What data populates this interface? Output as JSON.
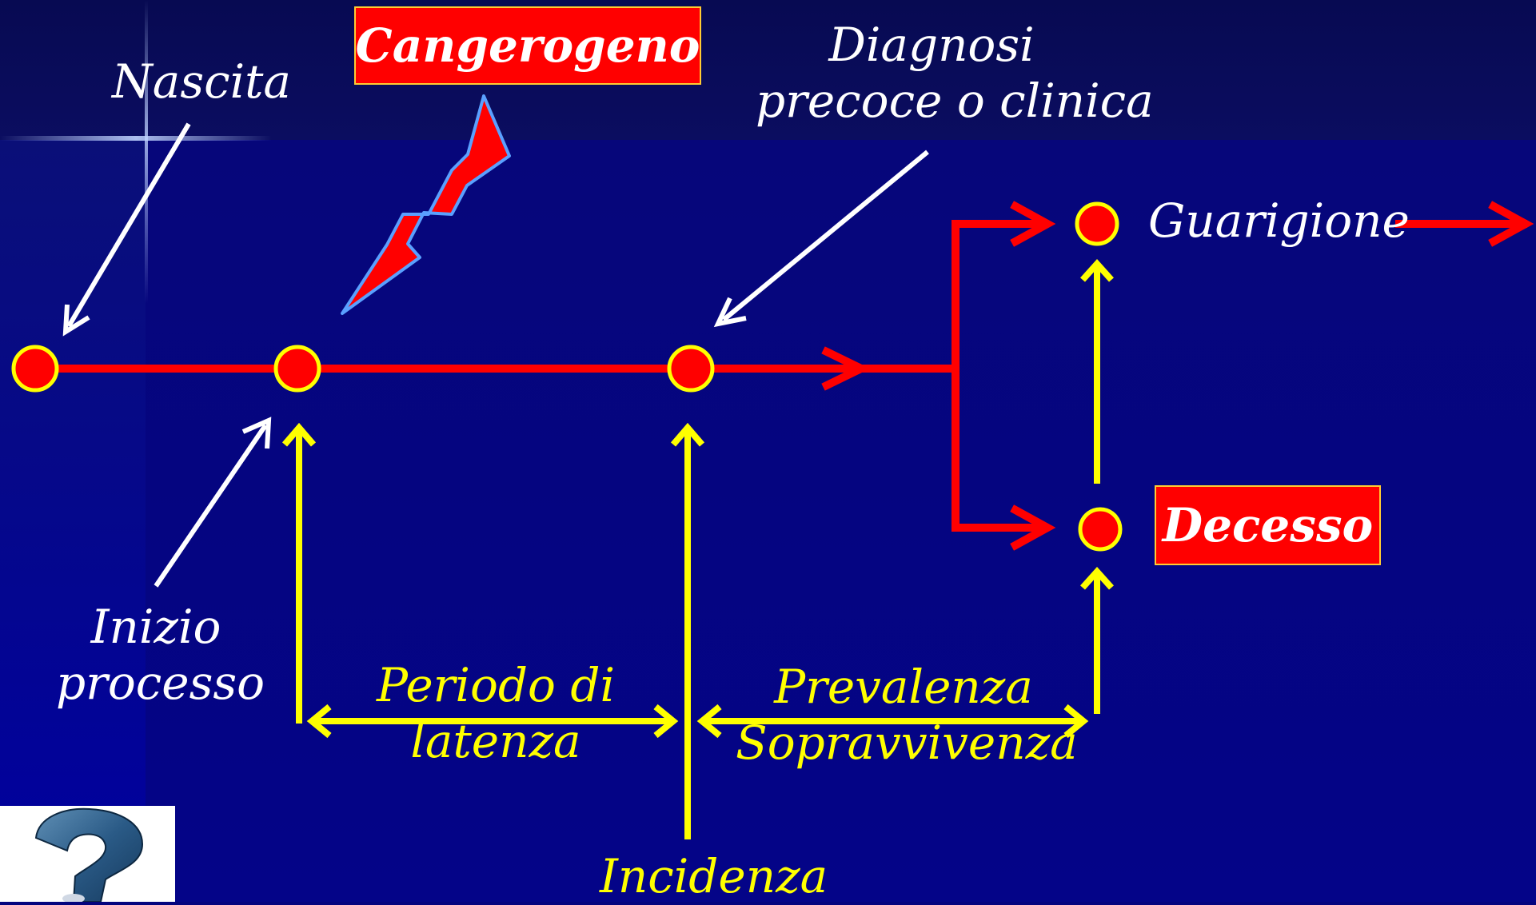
{
  "labels": {
    "nascita": "Nascita",
    "cangerogeno": "Cangerogeno",
    "diagnosi_line1": "Diagnosi",
    "diagnosi_line2": "precoce o clinica",
    "guarigione": "Guarigione",
    "decesso": "Decesso",
    "inizio_line1": "Inizio",
    "inizio_line2": "processo",
    "periodo_line1": "Periodo di",
    "periodo_line2": "latenza",
    "prevalenza": "Prevalenza",
    "sopravvivenza": "Sopravvivenza",
    "incidenza": "Incidenza"
  },
  "icons": {
    "lightning": "lightning-bolt-icon",
    "help": "question-mark-icon"
  },
  "colors": {
    "background": "#04047e",
    "timeline": "#ff0000",
    "measure": "#ffff00",
    "pointer": "#ffffff",
    "node_fill": "#ff0000",
    "node_stroke": "#ffff00"
  }
}
